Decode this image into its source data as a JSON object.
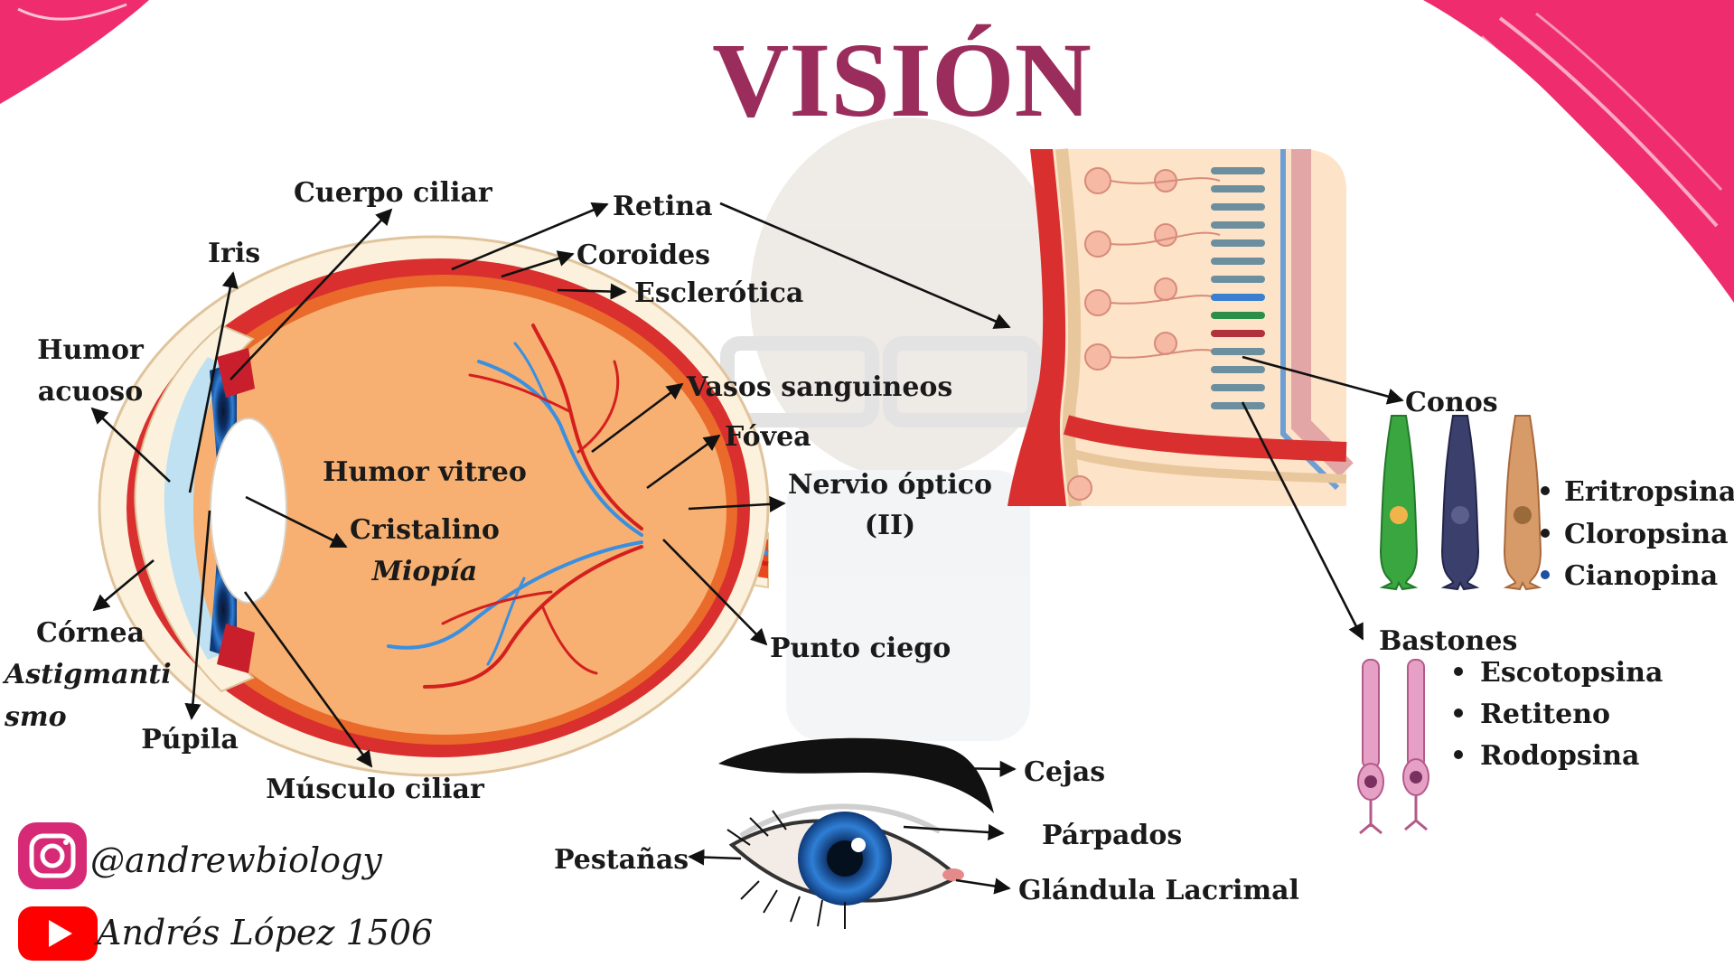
{
  "title": "VISIÓN",
  "eye_labels": {
    "cuerpo_ciliar": "Cuerpo ciliar",
    "iris": "Iris",
    "retina": "Retina",
    "coroides": "Coroides",
    "esclerotica": "Esclerótica",
    "humor_acuoso_1": "Humor",
    "humor_acuoso_2": "acuoso",
    "vasos": "Vasos sanguineos",
    "fovea": "Fóvea",
    "humor_vitreo": "Humor vitreo",
    "cristalino": "Cristalino",
    "miopia": "Miopía",
    "nervio_1": "Nervio óptico",
    "nervio_2": "(II)",
    "cornea": "Córnea",
    "astig_1": "Astigmanti",
    "astig_2": "smo",
    "punto_ciego": "Punto ciego",
    "pupila": "Púpila",
    "musculo": "Músculo ciliar"
  },
  "retina_panel": {
    "conos": "Conos",
    "cone_pigments": [
      {
        "text": "Eritropsina",
        "color": "#d42a2a"
      },
      {
        "text": "Cloropsina",
        "color": "#178a3a"
      },
      {
        "text": "Cianopina",
        "color": "#1d4fa0"
      }
    ],
    "bastones": "Bastones",
    "rod_pigments": [
      "Escotopsina",
      "Retiteno",
      "Rodopsina"
    ]
  },
  "external_eye": {
    "cejas": "Cejas",
    "parpados": "Párpados",
    "pestanas": "Pestañas",
    "glandula": "Glándula Lacrimal"
  },
  "social": {
    "instagram": "@andrewbiology",
    "youtube": "Andrés López 1506"
  },
  "colors": {
    "title": "#9b2d5c",
    "accent_pink": "#ef2d6e",
    "vitreous": "#f7b071",
    "choroid": "#d92f2f",
    "sclera": "#fbf1dc"
  }
}
